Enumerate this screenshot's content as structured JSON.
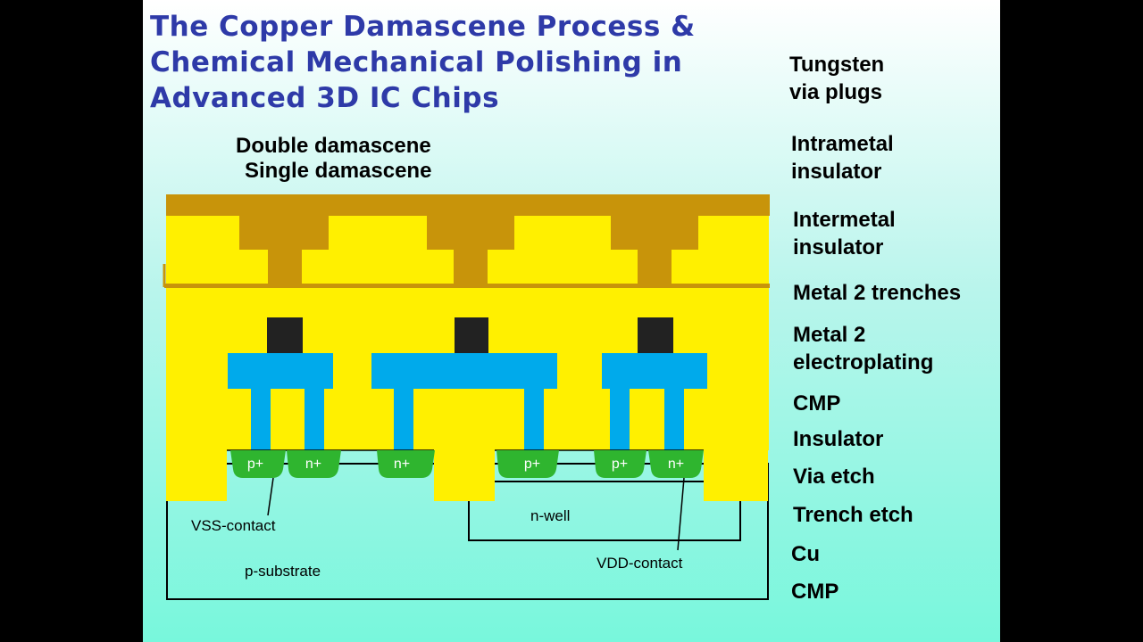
{
  "title": "The Copper Damascene Process &\nChemical Mechanical Polishing in\nAdvanced 3D IC Chips",
  "subtitles": {
    "double": "Double damascene",
    "single": "Single damascene"
  },
  "steps": [
    "Tungsten\nvia plugs",
    "Intrametal\ninsulator",
    "Intermetal\ninsulator",
    "Metal 2 trenches",
    "Metal 2\nelectroplating",
    "CMP",
    "Insulator",
    "Via etch",
    "Trench etch",
    "Cu",
    "CMP"
  ],
  "diagram": {
    "diffusion_labels": [
      "p+",
      "n+",
      "n+",
      "p+",
      "p+",
      "n+"
    ],
    "vss_contact": "VSS-contact",
    "vdd_contact": "VDD-contact",
    "n_well": "n-well",
    "p_substrate": "p-substrate"
  },
  "colors": {
    "title": "#2e3aa8",
    "copper": "#c8940a",
    "insulator": "#fff000",
    "metal1": "#00aaeb",
    "diffusion": "#2fb52f",
    "plug": "#222222"
  }
}
